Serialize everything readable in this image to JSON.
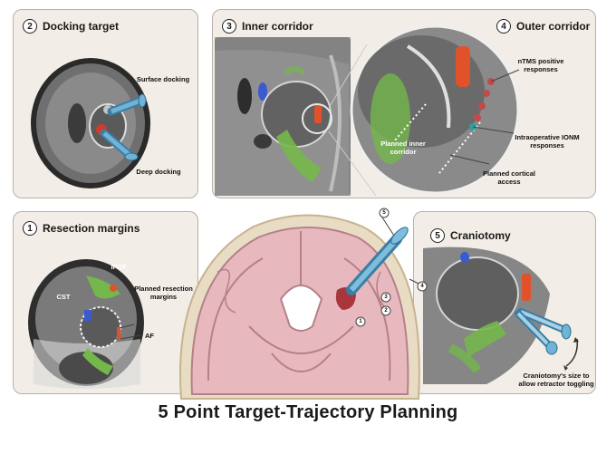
{
  "panels": {
    "docking": {
      "number": "2",
      "title": "Docking target",
      "labels": {
        "surface": "Surface docking",
        "deep": "Deep docking"
      }
    },
    "inner": {
      "number": "3",
      "title": "Inner corridor",
      "labels": {
        "planned_inner": "Planned inner corridor"
      }
    },
    "outer": {
      "number": "4",
      "title": "Outer corridor",
      "labels": {
        "ntms": "nTMS positive responses",
        "ionm": "Intraoperative IONM responses",
        "cortical": "Planned cortical access"
      }
    },
    "resection": {
      "number": "1",
      "title": "Resection margins",
      "labels": {
        "ifof": "IFOF",
        "cst": "CST",
        "planned_resection": "Planned resection margins",
        "af": "AF"
      }
    },
    "craniotomy": {
      "number": "5",
      "title": "Craniotomy",
      "labels": {
        "size": "Craniotomy's size to allow retractor toggling"
      }
    }
  },
  "center_markers": [
    "5",
    "4",
    "3",
    "2",
    "1"
  ],
  "main_title": "5 Point Target-Trajectory Planning",
  "colors": {
    "mri_dark": "#3a3a3a",
    "mri_mid": "#7a7a7a",
    "tract_green": "#7ac04a",
    "tract_red": "#e2522a",
    "tract_blue": "#3a5bd0",
    "tool_blue": "#4a90b8",
    "brain_pink": "#e7b9bf",
    "skull": "#e9dcc4"
  }
}
